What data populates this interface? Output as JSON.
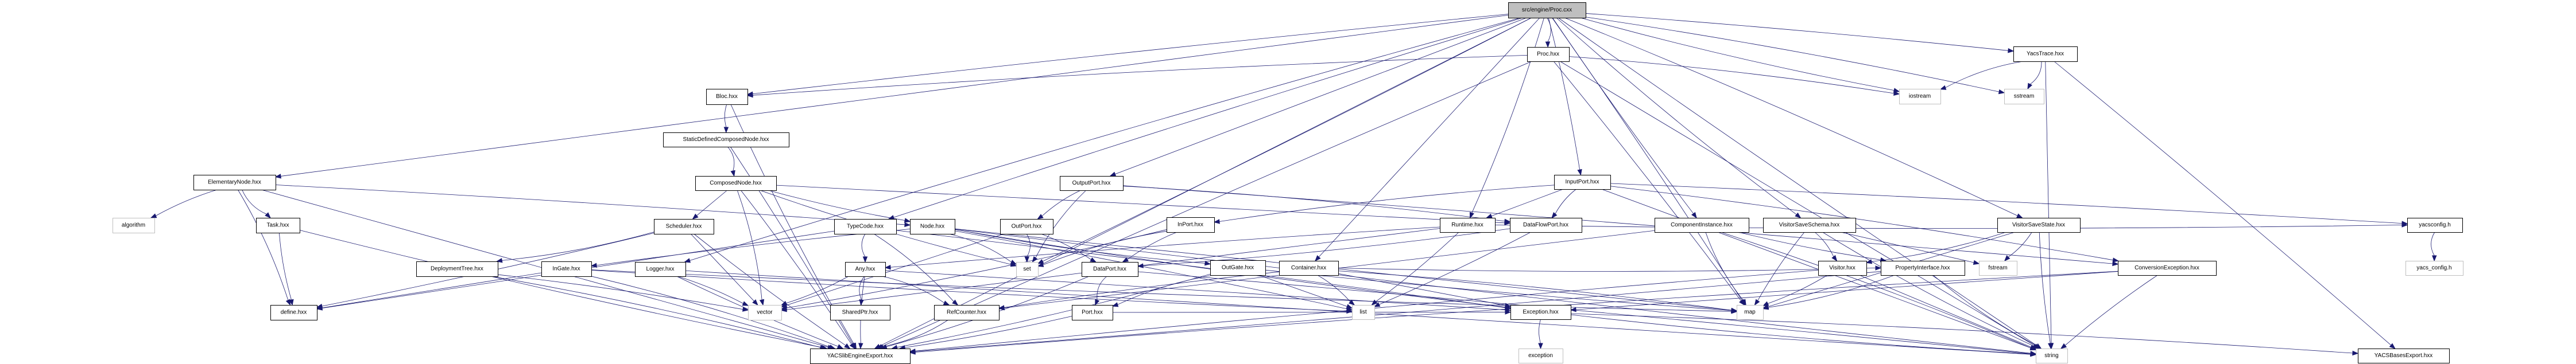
{
  "graph": {
    "title": "src/engine/Proc.cxx include dependency graph",
    "colors": {
      "edge": "#191970",
      "root_fill": "#bfbfbf",
      "node_border": "#000000",
      "system_border": "#bfbfbf"
    },
    "nodes": [
      {
        "id": "root",
        "label": "src/engine/Proc.cxx",
        "kind": "root"
      },
      {
        "id": "proc_hxx",
        "label": "Proc.hxx",
        "kind": "local"
      },
      {
        "id": "yacstrace",
        "label": "YacsTrace.hxx",
        "kind": "local"
      },
      {
        "id": "bloc",
        "label": "Bloc.hxx",
        "kind": "local"
      },
      {
        "id": "iostream",
        "label": "iostream",
        "kind": "system"
      },
      {
        "id": "sstream",
        "label": "sstream",
        "kind": "system"
      },
      {
        "id": "staticdef",
        "label": "StaticDefinedComposedNode.hxx",
        "kind": "local"
      },
      {
        "id": "elementary",
        "label": "ElementaryNode.hxx",
        "kind": "local"
      },
      {
        "id": "composed",
        "label": "ComposedNode.hxx",
        "kind": "local"
      },
      {
        "id": "outputport",
        "label": "OutputPort.hxx",
        "kind": "local"
      },
      {
        "id": "inputport",
        "label": "InputPort.hxx",
        "kind": "local"
      },
      {
        "id": "algorithm",
        "label": "algorithm",
        "kind": "system"
      },
      {
        "id": "task",
        "label": "Task.hxx",
        "kind": "local"
      },
      {
        "id": "scheduler",
        "label": "Scheduler.hxx",
        "kind": "local"
      },
      {
        "id": "typecode",
        "label": "TypeCode.hxx",
        "kind": "local"
      },
      {
        "id": "node",
        "label": "Node.hxx",
        "kind": "local"
      },
      {
        "id": "outport",
        "label": "OutPort.hxx",
        "kind": "local"
      },
      {
        "id": "inport",
        "label": "InPort.hxx",
        "kind": "local"
      },
      {
        "id": "runtime",
        "label": "Runtime.hxx",
        "kind": "local"
      },
      {
        "id": "dataflowport",
        "label": "DataFlowPort.hxx",
        "kind": "local"
      },
      {
        "id": "compinst",
        "label": "ComponentInstance.hxx",
        "kind": "local"
      },
      {
        "id": "visitorsaveschema",
        "label": "VisitorSaveSchema.hxx",
        "kind": "local"
      },
      {
        "id": "visitorsavestate",
        "label": "VisitorSaveState.hxx",
        "kind": "local"
      },
      {
        "id": "yacsconfig",
        "label": "yacsconfig.h",
        "kind": "local"
      },
      {
        "id": "deploymenttree",
        "label": "DeploymentTree.hxx",
        "kind": "local"
      },
      {
        "id": "ingate",
        "label": "InGate.hxx",
        "kind": "local"
      },
      {
        "id": "logger",
        "label": "Logger.hxx",
        "kind": "local"
      },
      {
        "id": "any",
        "label": "Any.hxx",
        "kind": "local"
      },
      {
        "id": "set",
        "label": "set",
        "kind": "system"
      },
      {
        "id": "dataport",
        "label": "DataPort.hxx",
        "kind": "local"
      },
      {
        "id": "outgate",
        "label": "OutGate.hxx",
        "kind": "local"
      },
      {
        "id": "container",
        "label": "Container.hxx",
        "kind": "local"
      },
      {
        "id": "visitor",
        "label": "Visitor.hxx",
        "kind": "local"
      },
      {
        "id": "propertyinterface",
        "label": "PropertyInterface.hxx",
        "kind": "local"
      },
      {
        "id": "fstream",
        "label": "fstream",
        "kind": "system"
      },
      {
        "id": "conversionexception",
        "label": "ConversionException.hxx",
        "kind": "local"
      },
      {
        "id": "yacs_config",
        "label": "yacs_config.h",
        "kind": "system"
      },
      {
        "id": "define",
        "label": "define.hxx",
        "kind": "local"
      },
      {
        "id": "vector",
        "label": "vector",
        "kind": "system"
      },
      {
        "id": "sharedptr",
        "label": "SharedPtr.hxx",
        "kind": "local"
      },
      {
        "id": "refcounter",
        "label": "RefCounter.hxx",
        "kind": "local"
      },
      {
        "id": "port",
        "label": "Port.hxx",
        "kind": "local"
      },
      {
        "id": "list",
        "label": "list",
        "kind": "system"
      },
      {
        "id": "exception_hxx",
        "label": "Exception.hxx",
        "kind": "local"
      },
      {
        "id": "map",
        "label": "map",
        "kind": "system"
      },
      {
        "id": "string",
        "label": "string",
        "kind": "system"
      },
      {
        "id": "yacsbasesexport",
        "label": "YACSBasesExport.hxx",
        "kind": "local"
      },
      {
        "id": "yacslibengineexport",
        "label": "YACSlibEngineExport.hxx",
        "kind": "local"
      },
      {
        "id": "exception",
        "label": "exception",
        "kind": "system"
      }
    ],
    "edges": [
      [
        "root",
        "proc_hxx"
      ],
      [
        "root",
        "yacstrace"
      ],
      [
        "root",
        "elementary"
      ],
      [
        "root",
        "bloc"
      ],
      [
        "root",
        "iostream"
      ],
      [
        "root",
        "sstream"
      ],
      [
        "root",
        "inputport"
      ],
      [
        "root",
        "outputport"
      ],
      [
        "root",
        "typecode"
      ],
      [
        "root",
        "logger"
      ],
      [
        "root",
        "runtime"
      ],
      [
        "root",
        "set"
      ],
      [
        "root",
        "container"
      ],
      [
        "root",
        "compinst"
      ],
      [
        "root",
        "visitorsaveschema"
      ],
      [
        "root",
        "visitorsavestate"
      ],
      [
        "root",
        "map"
      ],
      [
        "root",
        "yacslibengineexport"
      ],
      [
        "root",
        "string"
      ],
      [
        "proc_hxx",
        "bloc"
      ],
      [
        "proc_hxx",
        "iostream"
      ],
      [
        "proc_hxx",
        "map"
      ],
      [
        "proc_hxx",
        "string"
      ],
      [
        "proc_hxx",
        "yacslibengineexport"
      ],
      [
        "yacstrace",
        "iostream"
      ],
      [
        "yacstrace",
        "sstream"
      ],
      [
        "yacstrace",
        "yacsbasesexport"
      ],
      [
        "yacstrace",
        "string"
      ],
      [
        "bloc",
        "staticdef"
      ],
      [
        "bloc",
        "yacslibengineexport"
      ],
      [
        "staticdef",
        "composed"
      ],
      [
        "staticdef",
        "yacslibengineexport"
      ],
      [
        "composed",
        "scheduler"
      ],
      [
        "composed",
        "node"
      ],
      [
        "composed",
        "set"
      ],
      [
        "composed",
        "vector"
      ],
      [
        "composed",
        "yacslibengineexport"
      ],
      [
        "composed",
        "dataflowport"
      ],
      [
        "elementary",
        "algorithm"
      ],
      [
        "elementary",
        "task"
      ],
      [
        "elementary",
        "define"
      ],
      [
        "elementary",
        "node"
      ],
      [
        "elementary",
        "yacslibengineexport"
      ],
      [
        "outputport",
        "outport"
      ],
      [
        "outputport",
        "set"
      ],
      [
        "outputport",
        "dataflowport"
      ],
      [
        "outputport",
        "conversionexception"
      ],
      [
        "inputport",
        "runtime"
      ],
      [
        "inputport",
        "dataflowport"
      ],
      [
        "inputport",
        "inport"
      ],
      [
        "inputport",
        "conversionexception"
      ],
      [
        "inputport",
        "yacsconfig"
      ],
      [
        "inputport",
        "string"
      ],
      [
        "task",
        "define"
      ],
      [
        "task",
        "yacslibengineexport"
      ],
      [
        "scheduler",
        "deploymenttree"
      ],
      [
        "scheduler",
        "define"
      ],
      [
        "scheduler",
        "vector"
      ],
      [
        "scheduler",
        "yacslibengineexport"
      ],
      [
        "typecode",
        "any"
      ],
      [
        "typecode",
        "refcounter"
      ],
      [
        "typecode",
        "exception_hxx"
      ],
      [
        "typecode",
        "define"
      ],
      [
        "node",
        "ingate"
      ],
      [
        "node",
        "outgate"
      ],
      [
        "node",
        "set"
      ],
      [
        "node",
        "list"
      ],
      [
        "node",
        "map"
      ],
      [
        "node",
        "string"
      ],
      [
        "node",
        "exception_hxx"
      ],
      [
        "outport",
        "set"
      ],
      [
        "outport",
        "dataport"
      ],
      [
        "outport",
        "vector"
      ],
      [
        "inport",
        "dataport"
      ],
      [
        "inport",
        "set"
      ],
      [
        "inport",
        "vector"
      ],
      [
        "runtime",
        "list"
      ],
      [
        "runtime",
        "vector"
      ],
      [
        "runtime",
        "any"
      ],
      [
        "runtime",
        "yacsconfig"
      ],
      [
        "dataflowport",
        "dataport"
      ],
      [
        "dataflowport",
        "list"
      ],
      [
        "compinst",
        "refcounter"
      ],
      [
        "compinst",
        "propertyinterface"
      ],
      [
        "compinst",
        "map"
      ],
      [
        "compinst",
        "string"
      ],
      [
        "visitorsaveschema",
        "visitor"
      ],
      [
        "visitorsaveschema",
        "fstream"
      ],
      [
        "visitorsaveschema",
        "map"
      ],
      [
        "visitorsaveschema",
        "string"
      ],
      [
        "visitorsavestate",
        "visitor"
      ],
      [
        "visitorsavestate",
        "fstream"
      ],
      [
        "visitorsavestate",
        "map"
      ],
      [
        "visitorsavestate",
        "string"
      ],
      [
        "yacsconfig",
        "yacs_config"
      ],
      [
        "deploymenttree",
        "yacslibengineexport"
      ],
      [
        "deploymenttree",
        "vector"
      ],
      [
        "ingate",
        "define"
      ],
      [
        "ingate",
        "list"
      ],
      [
        "ingate",
        "map"
      ],
      [
        "ingate",
        "yacslibengineexport"
      ],
      [
        "logger",
        "vector"
      ],
      [
        "logger",
        "string"
      ],
      [
        "logger",
        "yacslibengineexport"
      ],
      [
        "any",
        "sharedptr"
      ],
      [
        "any",
        "refcounter"
      ],
      [
        "any",
        "vector"
      ],
      [
        "any",
        "exception_hxx"
      ],
      [
        "any",
        "yacslibengineexport"
      ],
      [
        "dataport",
        "port"
      ],
      [
        "dataport",
        "yacslibengineexport"
      ],
      [
        "dataport",
        "string"
      ],
      [
        "outgate",
        "list"
      ],
      [
        "outgate",
        "map"
      ],
      [
        "outgate",
        "port"
      ],
      [
        "outgate",
        "yacslibengineexport"
      ],
      [
        "container",
        "list"
      ],
      [
        "container",
        "exception_hxx"
      ],
      [
        "container",
        "refcounter"
      ],
      [
        "container",
        "propertyinterface"
      ],
      [
        "container",
        "map"
      ],
      [
        "visitor",
        "map"
      ],
      [
        "visitor",
        "string"
      ],
      [
        "visitor",
        "yacslibengineexport"
      ],
      [
        "propertyinterface",
        "string"
      ],
      [
        "propertyinterface",
        "map"
      ],
      [
        "propertyinterface",
        "yacslibengineexport"
      ],
      [
        "conversionexception",
        "exception_hxx"
      ],
      [
        "conversionexception",
        "string"
      ],
      [
        "conversionexception",
        "yacslibengineexport"
      ],
      [
        "refcounter",
        "yacslibengineexport"
      ],
      [
        "port",
        "yacslibengineexport"
      ],
      [
        "port",
        "exception_hxx"
      ],
      [
        "exception_hxx",
        "exception"
      ],
      [
        "exception_hxx",
        "string"
      ],
      [
        "exception_hxx",
        "yacsbasesexport"
      ]
    ]
  }
}
